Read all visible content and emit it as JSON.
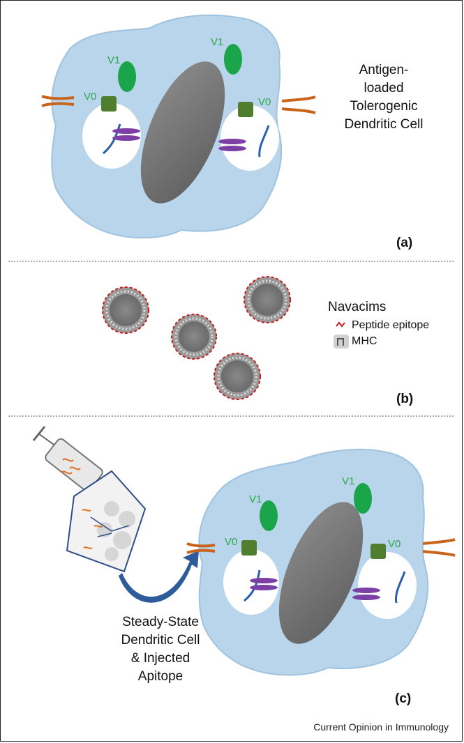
{
  "panel_a": {
    "title_lines": [
      "Antigen-",
      "loaded",
      "Tolerogenic",
      "Dendritic Cell"
    ],
    "v1_label": "V1",
    "v0_label": "V0",
    "letter": "(a)"
  },
  "panel_b": {
    "title": "Navacims",
    "legend_peptide": "Peptide epitope",
    "legend_mhc": "MHC",
    "letter": "(b)"
  },
  "panel_c": {
    "title_lines": [
      "Steady-State",
      "Dendritic Cell",
      "& Injected",
      "Apitope"
    ],
    "v1_label": "V1",
    "v0_label": "V0",
    "letter": "(c)"
  },
  "credit": "Current Opinion in Immunology",
  "colors": {
    "cell_fill": "#b9d5ec",
    "nucleus": "#6f6f6f",
    "v1_green": "#1aa54b",
    "v0_green": "#4f7f2e",
    "mhc_purple": "#7b3fa6",
    "peptide_blue": "#2a5fb0",
    "receptor_orange": "#c8641c",
    "epitope_red": "#c41a1a",
    "arrow_blue": "#2e5b9a"
  }
}
